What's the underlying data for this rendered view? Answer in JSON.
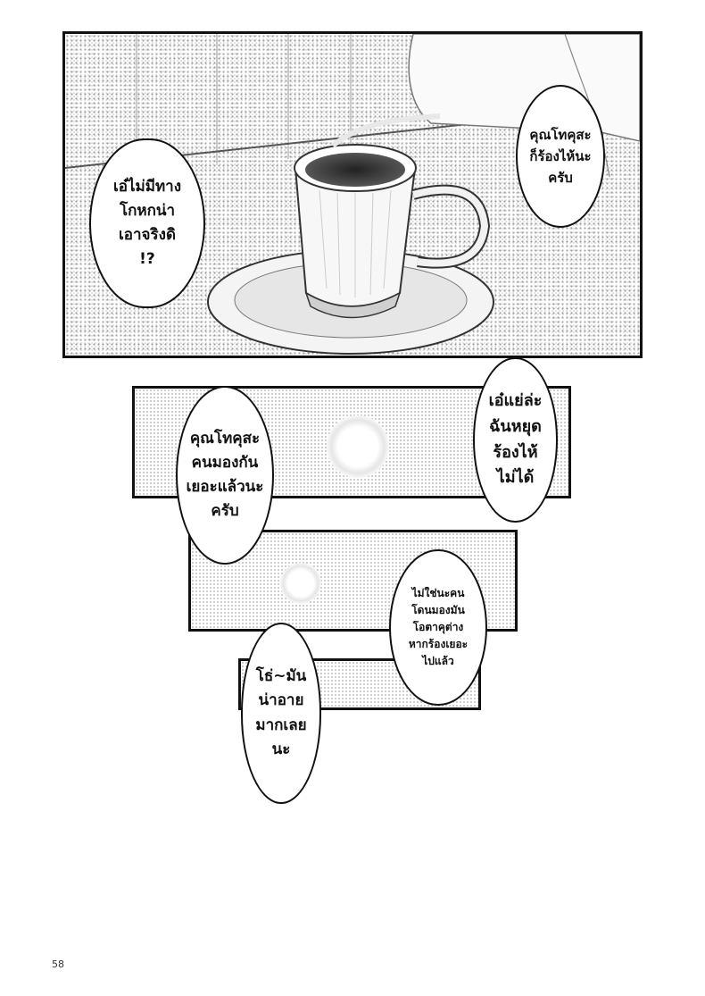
{
  "bubbles": {
    "b1": "คุณโทคุสะ\nก็ร้องไห้นะ\nครับ",
    "b2": "เอ๋ไม่มีทาง\nโกหกน่า\nเอาจริงดิ\n!?",
    "b3": "เอ๋แย่ล่ะ\nฉันหยุด\nร้องไห้\nไม่ได้",
    "b4": "คุณโทคุสะ\nคนมองกัน\nเยอะแล้วนะ\nครับ",
    "b5": "ไม่ใช่นะคน\nโดนมองมัน\nโอตาคุต่าง\nหากร้องเยอะ\nไปแล้ว",
    "b6": "โธ่~มัน\nน่าอาย\nมากเลย\nนะ"
  },
  "page_number": "58"
}
